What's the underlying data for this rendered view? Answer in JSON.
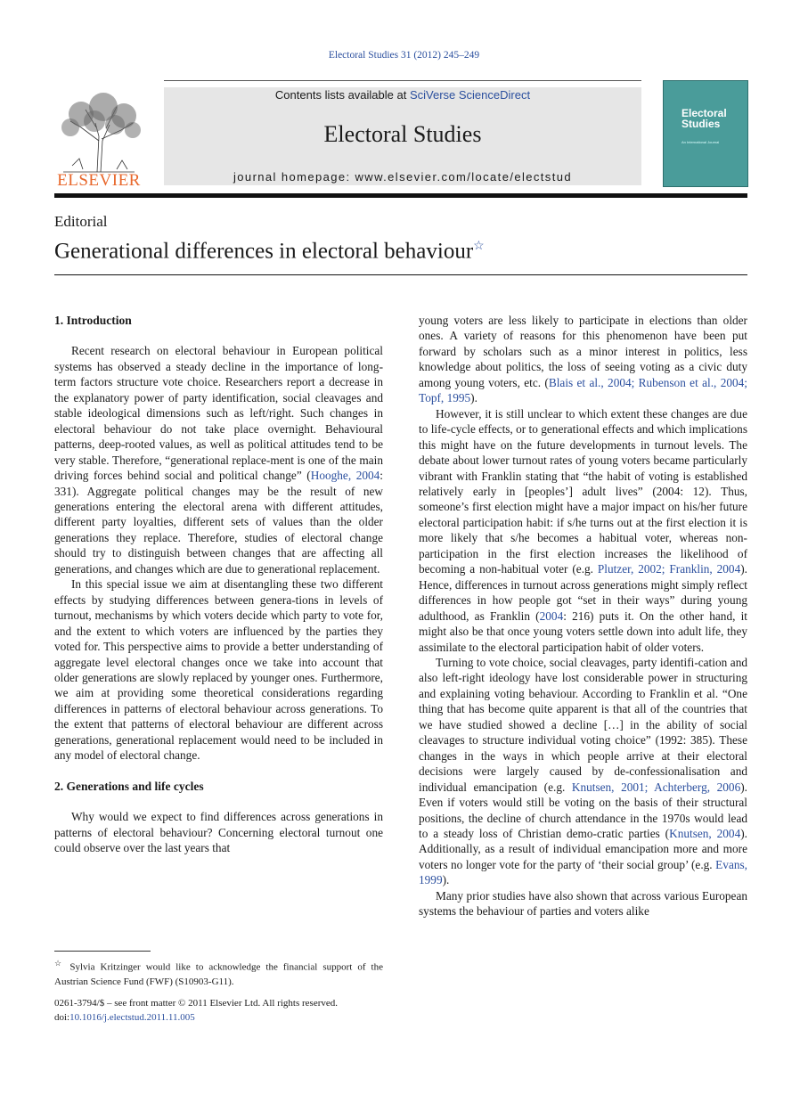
{
  "citation": "Electoral Studies 31 (2012) 245–249",
  "header": {
    "contents_prefix": "Contents lists available at ",
    "contents_link": "SciVerse ScienceDirect",
    "journal_name": "Electoral Studies",
    "homepage": "journal homepage: www.elsevier.com/locate/electstud",
    "publisher_logo_text": "ELSEVIER",
    "cover_title": "Electoral Studies",
    "cover_subtitle": "An International Journal"
  },
  "section_label": "Editorial",
  "title": "Generational differences in electoral behaviour",
  "title_mark": "☆",
  "left_column": {
    "h1": "1.  Introduction",
    "p1a": "Recent research on electoral behaviour in European political systems has observed a steady decline in the importance of long-term factors structure vote choice. Researchers report a decrease in the explanatory power of party identification, social cleavages and stable ideological dimensions such as left/right. Such changes in electoral behaviour do not take place overnight. Behavioural patterns, deep-rooted values, as well as political attitudes tend to be very stable. Therefore, “generational replace-ment is one of the main driving forces behind social and political change” (",
    "p1_ref": "Hooghe, 2004",
    "p1b": ": 331). Aggregate political changes may be the result of new generations entering the electoral arena with different attitudes, different party loyalties, different sets of values than the older generations they replace. Therefore, studies of electoral change should try to distinguish between changes that are affecting all generations, and changes which are due to generational replacement.",
    "p2": "In this special issue we aim at disentangling these two different effects by studying differences between genera-tions in levels of turnout, mechanisms by which voters decide which party to vote for, and the extent to which voters are influenced by the parties they voted for. This perspective aims to provide a better understanding of aggregate level electoral changes once we take into account that older generations are slowly replaced by younger ones. Furthermore, we aim at providing some theoretical considerations regarding differences in patterns of electoral behaviour across generations. To the extent that patterns of electoral behaviour are different across generations, generational replacement would need to be included in any model of electoral change.",
    "h2": "2.  Generations and life cycles",
    "p3": "Why would we expect to find differences across generations in patterns of electoral behaviour? Concerning electoral turnout one could observe over the last years that"
  },
  "right_column": {
    "p1a": "young voters are less likely to participate in elections than older ones. A variety of reasons for this phenomenon have been put forward by scholars such as a minor interest in politics, less knowledge about politics, the loss of seeing voting as a civic duty among young voters, etc. (",
    "p1_ref": "Blais et al., 2004; Rubenson et al., 2004; Topf, 1995",
    "p1b": ").",
    "p2a": "However, it is still unclear to which extent these changes are due to life-cycle effects, or to generational effects and which implications this might have on the future developments in turnout levels. The debate about lower turnout rates of young voters became particularly vibrant with Franklin stating that “the habit of voting is established relatively early in [peoples’] adult lives” (2004: 12). Thus, someone’s first election might have a major impact on his/her future electoral participation habit: if s/he turns out at the first election it is more likely that s/he becomes a habitual voter, whereas non-participation in the first election increases the likelihood of becoming a non-habitual voter (e.g. ",
    "p2_ref1": "Plutzer, 2002; Franklin, 2004",
    "p2b": "). Hence, differences in turnout across generations might simply reflect differences in how people got “set in their ways” during young adulthood, as Franklin (",
    "p2_ref2": "2004",
    "p2c": ": 216) puts it. On the other hand, it might also be that once young voters settle down into adult life, they assimilate to the electoral participation habit of older voters.",
    "p3a": "Turning to vote choice, social cleavages, party identifi-cation and also left-right ideology have lost considerable power in structuring and explaining voting behaviour. According to Franklin et al. “One thing that has become quite apparent is that all of the countries that we have studied showed a decline […] in the ability of social cleavages to structure individual voting choice” (1992: 385). These changes in the ways in which people arrive at their electoral decisions were largely caused by de-confessionalisation and individual emancipation (e.g. ",
    "p3_ref1": "Knutsen, 2001; Achterberg, 2006",
    "p3b": "). Even if voters would still be voting on the basis of their structural positions, the decline of church attendance in the 1970s would lead to a steady loss of Christian demo-cratic parties (",
    "p3_ref2": "Knutsen, 2004",
    "p3c": "). Additionally, as a result of individual emancipation more and more voters no longer vote for the party of ‘their social group’ (e.g. ",
    "p3_ref3": "Evans, 1999",
    "p3d": ").",
    "p4": "Many prior studies have also shown that across various European systems the behaviour of parties and voters alike"
  },
  "footnote": {
    "mark": "☆",
    "text": "Sylvia Kritzinger would like to acknowledge the financial support of the Austrian Science Fund (FWF) (S10903-G11)."
  },
  "copyright": {
    "line1": "0261-3794/$ – see front matter © 2011 Elsevier Ltd. All rights reserved.",
    "doi_prefix": "doi:",
    "doi": "10.1016/j.electstud.2011.11.005"
  },
  "colors": {
    "link": "#2b4f9e",
    "publisher_orange": "#e8672b",
    "cover_teal": "#4a9c9a",
    "banner_gray": "#e6e6e6"
  }
}
